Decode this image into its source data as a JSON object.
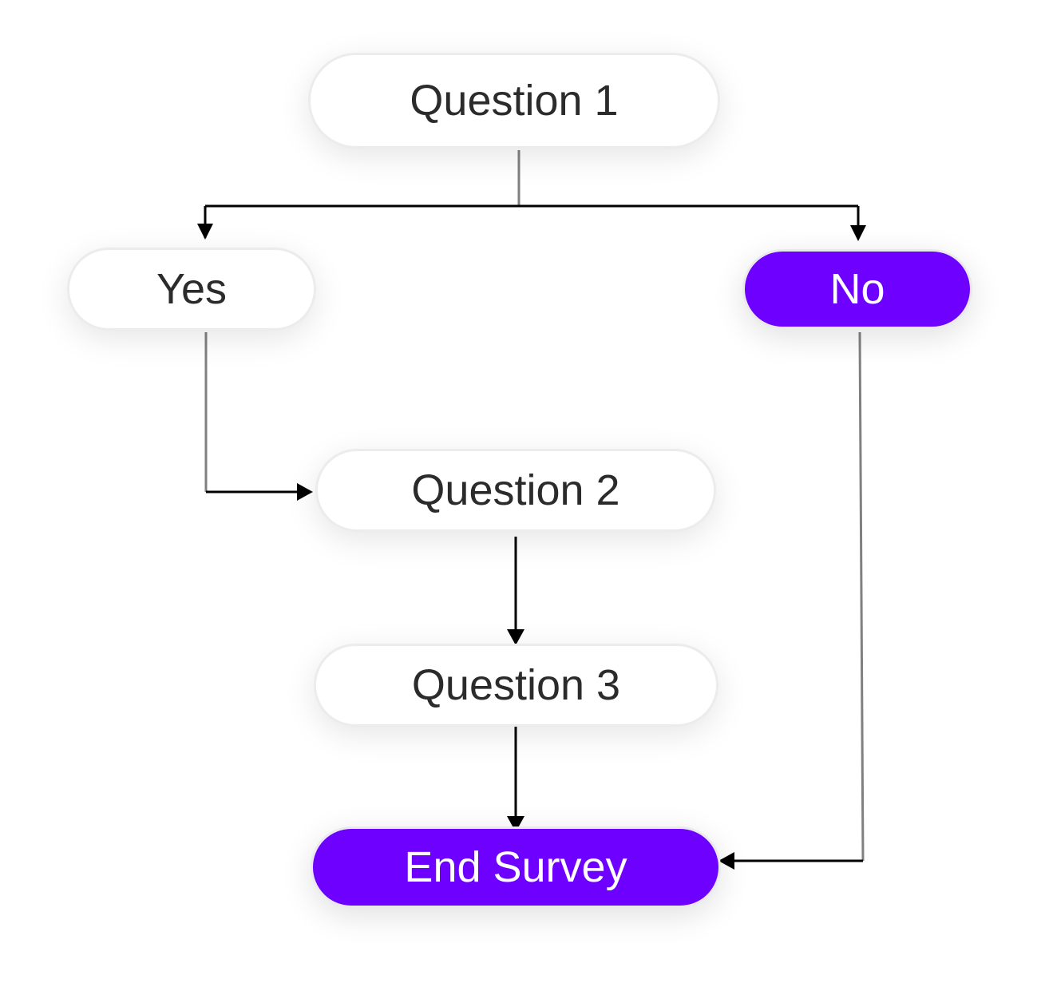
{
  "diagram": {
    "colors": {
      "accent": "#6d00ff",
      "node_background": "#ffffff",
      "node_text": "#2b2b2b",
      "accent_text": "#ffffff",
      "connector": "#000000",
      "connector_muted": "#808080"
    },
    "nodes": {
      "question_1": "Question 1",
      "yes": "Yes",
      "no": "No",
      "question_2": "Question 2",
      "question_3": "Question 3",
      "end_survey": "End Survey"
    },
    "edges": [
      {
        "from": "Question 1",
        "to": "Yes"
      },
      {
        "from": "Question 1",
        "to": "No"
      },
      {
        "from": "Yes",
        "to": "Question 2"
      },
      {
        "from": "Question 2",
        "to": "Question 3"
      },
      {
        "from": "Question 3",
        "to": "End Survey"
      },
      {
        "from": "No",
        "to": "End Survey"
      }
    ]
  }
}
